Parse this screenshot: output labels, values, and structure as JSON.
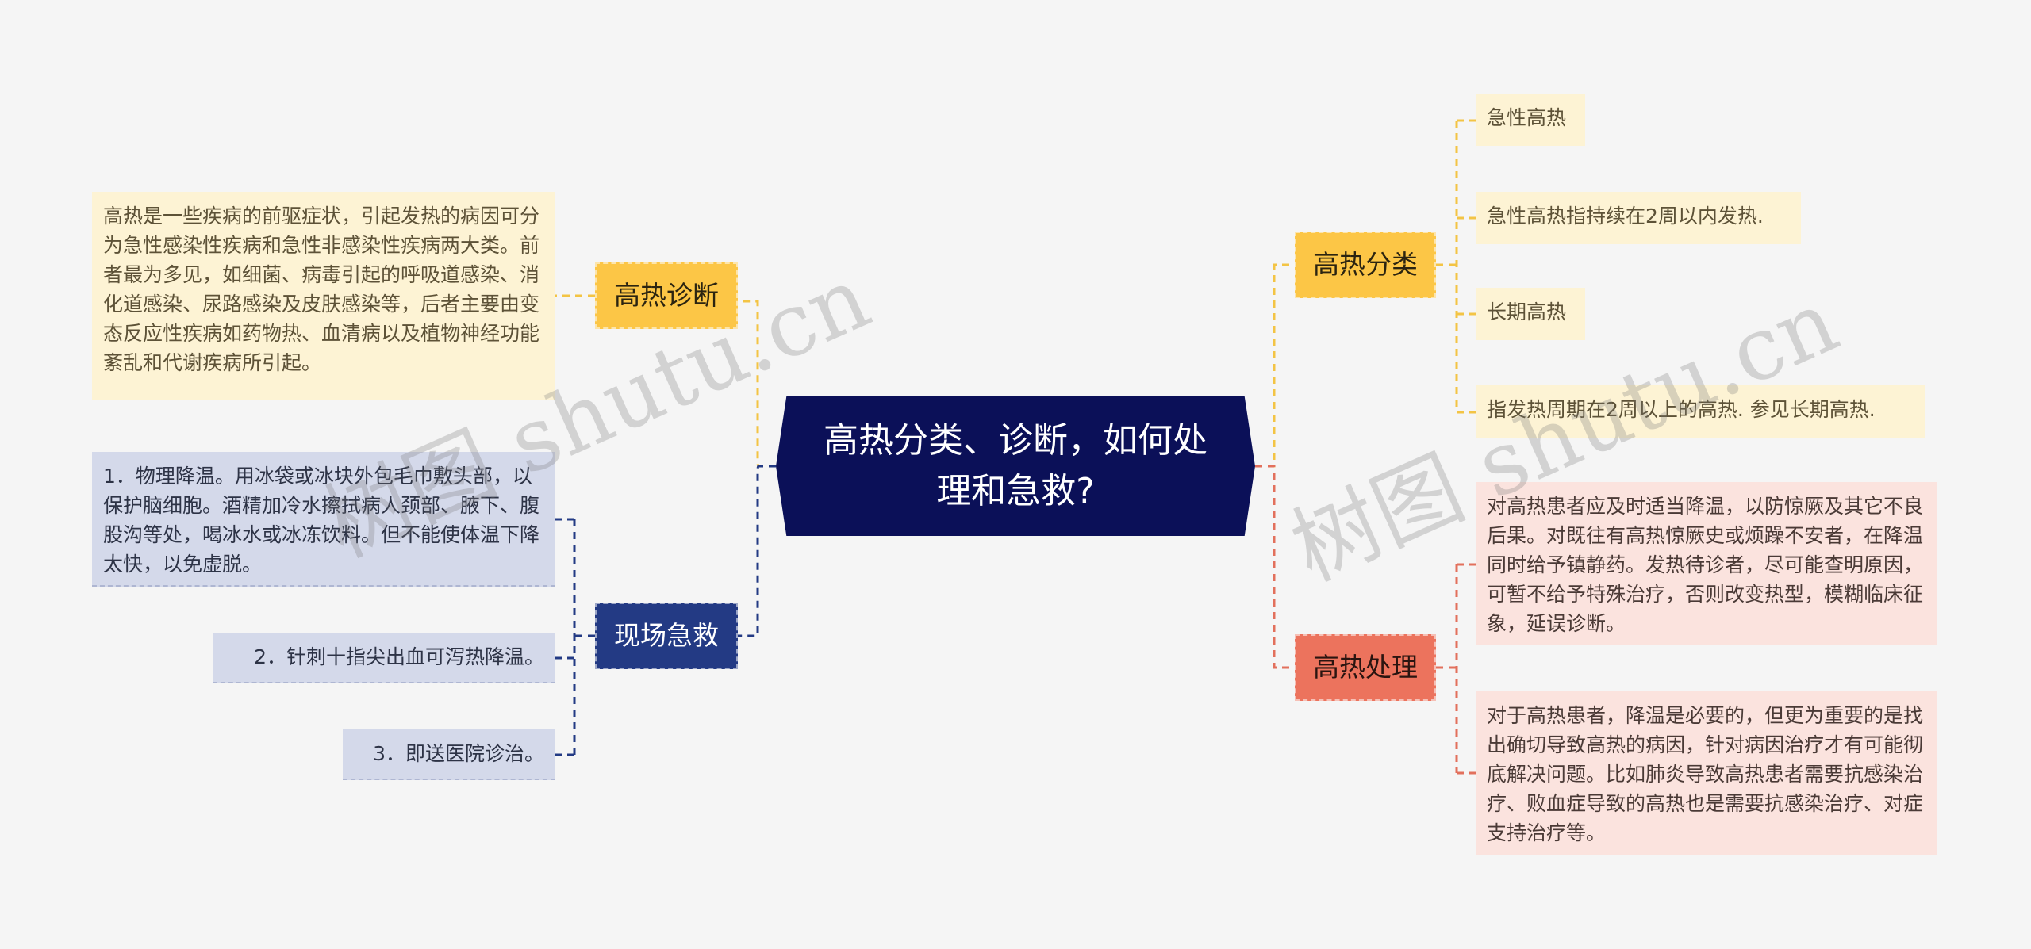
{
  "central_topic": "高热分类、诊断，如何处理和急救?",
  "left_topics": {
    "diagnosis": {
      "label": "高热诊断",
      "detail": "高热是一些疾病的前驱症状，引起发热的病因可分为急性感染性疾病和急性非感染性疾病两大类。前者最为多见，如细菌、病毒引起的呼吸道感染、消化道感染、尿路感染及皮肤感染等，后者主要由变态反应性疾病如药物热、血清病以及植物神经功能紊乱和代谢疾病所引起。"
    },
    "first_aid": {
      "label": "现场急救",
      "items": [
        "1．物理降温。用冰袋或冰块外包毛巾敷头部，以保护脑细胞。酒精加冷水擦拭病人颈部、腋下、腹股沟等处，喝冰水或冰冻饮料。但不能使体温下降太快，以免虚脱。",
        "2．针刺十指尖出血可泻热降温。",
        "3．即送医院诊治。"
      ]
    }
  },
  "right_topics": {
    "classification": {
      "label": "高热分类",
      "items": [
        "急性高热",
        "急性高热指持续在2周以内发热.",
        "长期高热",
        "指发热周期在2周以上的高热. 参见长期高热."
      ]
    },
    "treatment": {
      "label": "高热处理",
      "items": [
        "对高热患者应及时适当降温，以防惊厥及其它不良后果。对既往有高热惊厥史或烦躁不安者，在降温同时给予镇静药。发热待诊者，尽可能查明原因，可暂不给予特殊治疗，否则改变热型，模糊临床征象，延误诊断。",
        "对于高热患者，降温是必要的，但更为重要的是找出确切导致高热的病因，针对病因治疗才有可能彻底解决问题。比如肺炎导致高热患者需要抗感染治疗、败血症导致的高热也是需要抗感染治疗、对症支持治疗等。"
      ]
    }
  },
  "watermark": "树图 shutu.cn",
  "colors": {
    "background": "#f5f5f5",
    "central": "#0b1058",
    "yellow_topic": "#fcc646",
    "blue_topic": "#233a84",
    "red_topic": "#ec735d",
    "yellow_leaf": "#fdf3d4",
    "blue_leaf": "#d4d9ea",
    "red_leaf": "#fbe3de"
  }
}
